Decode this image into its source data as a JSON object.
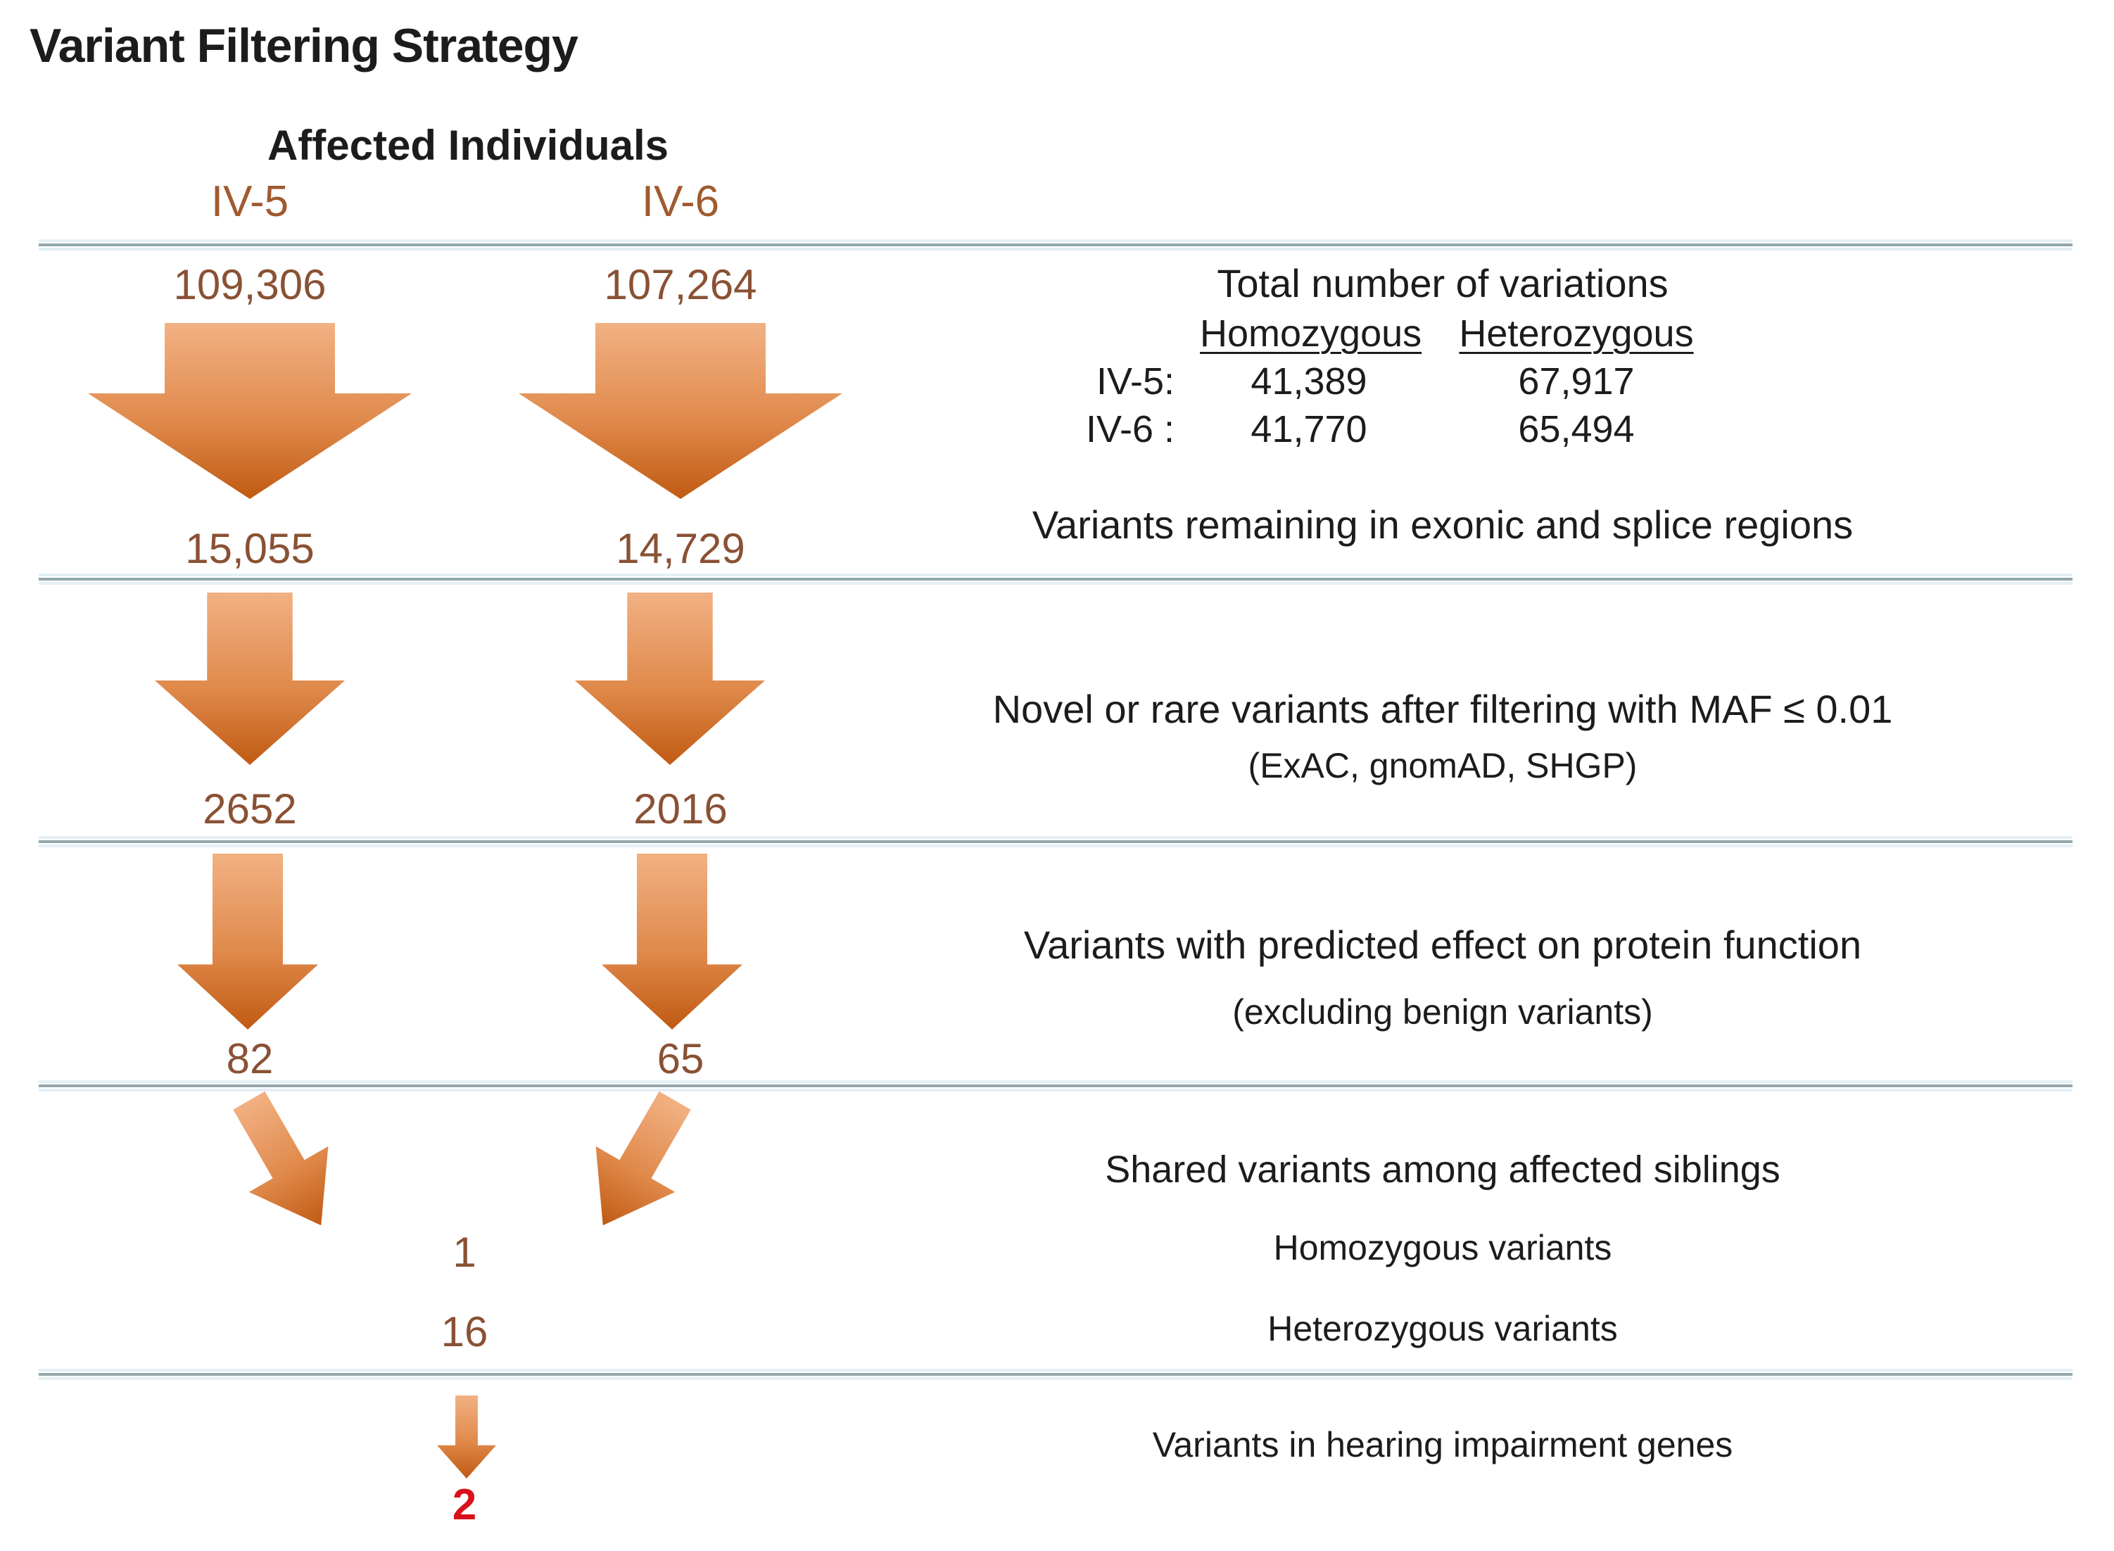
{
  "title": "Variant Filtering Strategy",
  "header": {
    "group_label": "Affected Individuals",
    "individual_1": "IV-5",
    "individual_2": "IV-6"
  },
  "stage_counts": {
    "total": {
      "iv5": "109,306",
      "iv6": "107,264"
    },
    "exonic": {
      "iv5": "15,055",
      "iv6": "14,729"
    },
    "rare": {
      "iv5": "2652",
      "iv6": "2016"
    },
    "damaging": {
      "iv5": "82",
      "iv6": "65"
    },
    "shared": {
      "homozygous": "1",
      "heterozygous": "16"
    },
    "hearing": {
      "final": "2"
    }
  },
  "descriptions": {
    "total_title": "Total number of variations",
    "zygosity_table": {
      "homozygous_header": "Homozygous",
      "heterozygous_header": "Heterozygous",
      "rows": [
        {
          "label": "IV-5:",
          "homozygous": "41,389",
          "heterozygous": "67,917"
        },
        {
          "label": "IV-6 :",
          "homozygous": "41,770",
          "heterozygous": "65,494"
        }
      ]
    },
    "exonic": "Variants remaining in exonic and splice regions",
    "rare": "Novel or rare variants after filtering with MAF ≤ 0.01",
    "rare_sub": "(ExAC, gnomAD, SHGP)",
    "damaging": "Variants with predicted effect on protein function",
    "damaging_sub": "(excluding benign variants)",
    "shared": "Shared variants among affected siblings",
    "shared_homozygous": "Homozygous variants",
    "shared_heterozygous": "Heterozygous variants",
    "hearing": "Variants in hearing impairment genes"
  },
  "colors": {
    "arrow_top": "#f2b183",
    "arrow_mid": "#e08a4c",
    "arrow_bottom": "#c05a12",
    "number": "#8a5134",
    "individual_label": "#a05a30",
    "final_count": "#d8111a",
    "line": "#93a7ad",
    "line_glow": "#e4f0f6",
    "text": "#1c1c1c"
  }
}
